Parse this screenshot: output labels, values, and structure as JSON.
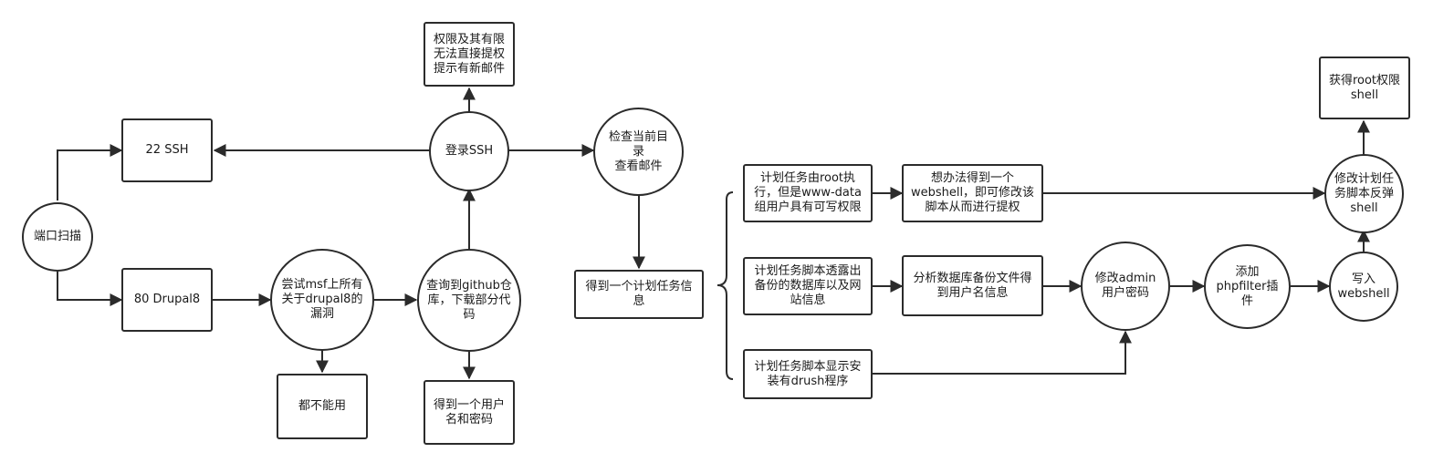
{
  "nodes": {
    "port_scan": "端口扫描",
    "ssh22": "22 SSH",
    "drupal80": "80 Drupal8",
    "msf_try": "尝试msf上所有\n关于drupal8的\n漏洞",
    "none_usable": "都不能用",
    "github": "查询到github仓\n库，下载部分代\n码",
    "user_pass": "得到一个用户\n名和密码",
    "login_ssh": "登录SSH",
    "limited": "权限及其有限\n无法直接提权\n提示有新邮件",
    "check_dir": "检查当前目\n录\n查看邮件",
    "cron_info": "得到一个计划任务信\n息",
    "cron_root": "计划任务由root执\n行，但是www-data\n组用户具有可写权限",
    "webshell_idea": "想办法得到一个\nwebshell，即可修改该\n脚本从而进行提权",
    "cron_leak": "计划任务脚本透露出\n备份的数据库以及网\n站信息",
    "analyze_backup": "分析数据库备份文件得\n到用户名信息",
    "cron_drush": "计划任务脚本显示安\n装有drush程序",
    "modify_admin": "修改admin\n用户密码",
    "add_phpfilter": "添加\nphpfilter插\n件",
    "write_webshell": "写入\nwebshell",
    "modify_cron": "修改计划任\n务脚本反弹\nshell",
    "root_shell": "获得root权限\nshell"
  }
}
